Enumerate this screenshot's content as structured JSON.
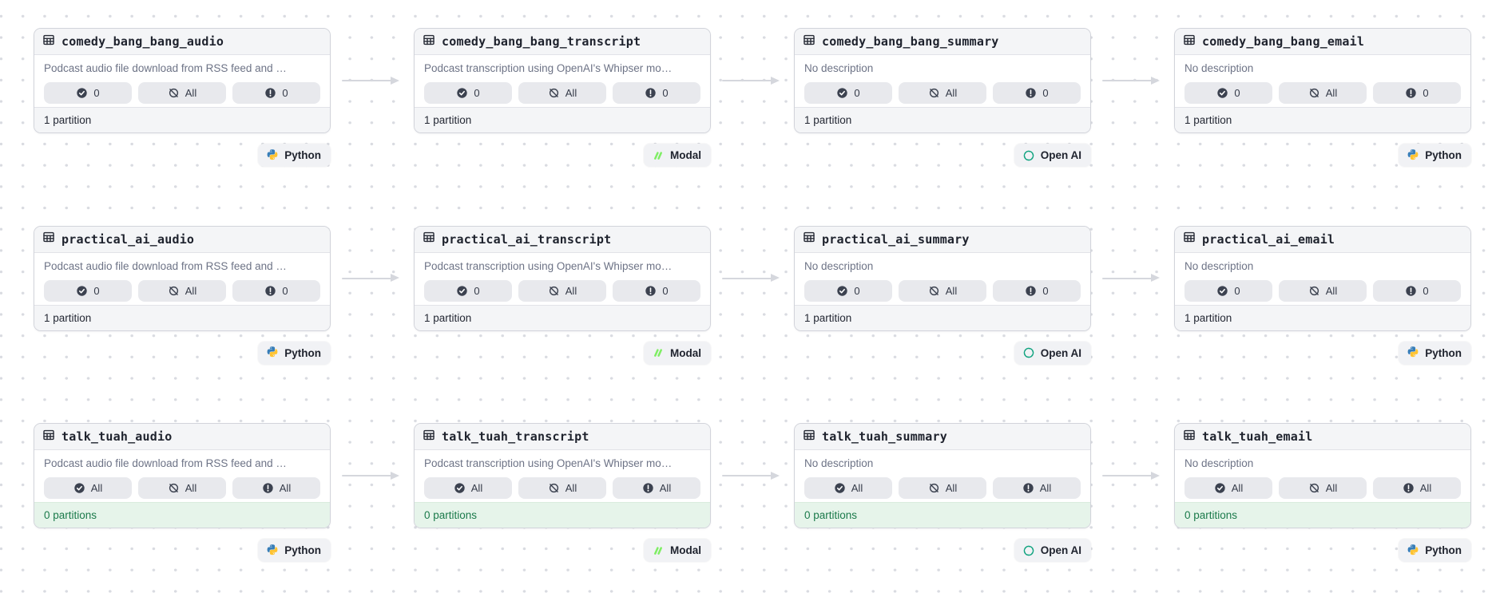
{
  "view": {
    "name": "asset-lineage-graph",
    "description_visible_rows": 3,
    "columns_per_row": 4
  },
  "colors": {
    "card_border": "#d2d4db",
    "card_section_bg": "#f4f5f7",
    "badge_bg": "#e8e9ed",
    "text_primary": "#1e222d",
    "text_secondary": "#6d7386",
    "success_footer_bg": "#e6f4ea",
    "success_footer_text": "#1b7a4b",
    "arrow": "#d5d7dd",
    "python_blue": "#387eb8",
    "python_yellow": "#ffc331",
    "modal_green": "#7fee64",
    "openai_green": "#10a37f",
    "dot_grid": "#d9dbe1"
  },
  "icons": {
    "asset": "table-icon",
    "materialized": "check-circle-icon",
    "missing": "slash-circle-icon",
    "failed": "exclamation-circle-icon",
    "python": "python-icon",
    "modal": "modal-icon",
    "openai": "openai-icon"
  },
  "graph": {
    "rows": [
      {
        "assets": [
          {
            "name": "comedy_bang_bang_audio",
            "description": "Podcast audio file download from RSS feed and …",
            "checks": {
              "materialized": "0",
              "missing": "All",
              "failed": "0"
            },
            "partitions": "1 partition",
            "partitions_status": "default",
            "tech": "Python"
          },
          {
            "name": "comedy_bang_bang_transcript",
            "description": "Podcast transcription using OpenAI's Whipser mo…",
            "checks": {
              "materialized": "0",
              "missing": "All",
              "failed": "0"
            },
            "partitions": "1 partition",
            "partitions_status": "default",
            "tech": "Modal"
          },
          {
            "name": "comedy_bang_bang_summary",
            "description": "No description",
            "checks": {
              "materialized": "0",
              "missing": "All",
              "failed": "0"
            },
            "partitions": "1 partition",
            "partitions_status": "default",
            "tech": "Open AI"
          },
          {
            "name": "comedy_bang_bang_email",
            "description": "No description",
            "checks": {
              "materialized": "0",
              "missing": "All",
              "failed": "0"
            },
            "partitions": "1 partition",
            "partitions_status": "default",
            "tech": "Python"
          }
        ]
      },
      {
        "assets": [
          {
            "name": "practical_ai_audio",
            "description": "Podcast audio file download from RSS feed and …",
            "checks": {
              "materialized": "0",
              "missing": "All",
              "failed": "0"
            },
            "partitions": "1 partition",
            "partitions_status": "default",
            "tech": "Python"
          },
          {
            "name": "practical_ai_transcript",
            "description": "Podcast transcription using OpenAI's Whipser mo…",
            "checks": {
              "materialized": "0",
              "missing": "All",
              "failed": "0"
            },
            "partitions": "1 partition",
            "partitions_status": "default",
            "tech": "Modal"
          },
          {
            "name": "practical_ai_summary",
            "description": "No description",
            "checks": {
              "materialized": "0",
              "missing": "All",
              "failed": "0"
            },
            "partitions": "1 partition",
            "partitions_status": "default",
            "tech": "Open AI"
          },
          {
            "name": "practical_ai_email",
            "description": "No description",
            "checks": {
              "materialized": "0",
              "missing": "All",
              "failed": "0"
            },
            "partitions": "1 partition",
            "partitions_status": "default",
            "tech": "Python"
          }
        ]
      },
      {
        "assets": [
          {
            "name": "talk_tuah_audio",
            "description": "Podcast audio file download from RSS feed and …",
            "checks": {
              "materialized": "All",
              "missing": "All",
              "failed": "All"
            },
            "partitions": "0 partitions",
            "partitions_status": "success",
            "tech": "Python"
          },
          {
            "name": "talk_tuah_transcript",
            "description": "Podcast transcription using OpenAI's Whipser mo…",
            "checks": {
              "materialized": "All",
              "missing": "All",
              "failed": "All"
            },
            "partitions": "0 partitions",
            "partitions_status": "success",
            "tech": "Modal"
          },
          {
            "name": "talk_tuah_summary",
            "description": "No description",
            "checks": {
              "materialized": "All",
              "missing": "All",
              "failed": "All"
            },
            "partitions": "0 partitions",
            "partitions_status": "success",
            "tech": "Open AI"
          },
          {
            "name": "talk_tuah_email",
            "description": "No description",
            "checks": {
              "materialized": "All",
              "missing": "All",
              "failed": "All"
            },
            "partitions": "0 partitions",
            "partitions_status": "success",
            "tech": "Python"
          }
        ]
      }
    ]
  }
}
